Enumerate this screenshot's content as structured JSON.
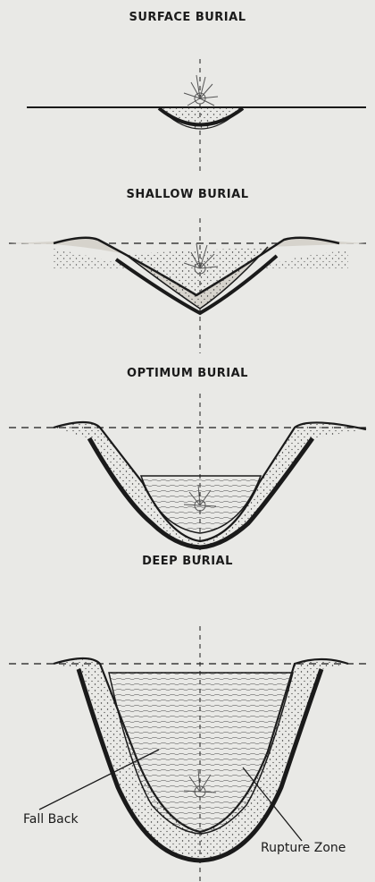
{
  "panels": {
    "surface": {
      "title": "SURFACE BURIAL"
    },
    "shallow": {
      "title": "SHALLOW BURIAL"
    },
    "optimum": {
      "title": "OPTIMUM BURIAL"
    },
    "deep": {
      "title": "DEEP BURIAL"
    }
  },
  "labels": {
    "fall_back": "Fall Back",
    "rupture_zone": "Rupture Zone"
  },
  "colors": {
    "background": "#e9e9e6",
    "ink": "#1a1a1a",
    "fill": "#d6d3cc"
  }
}
